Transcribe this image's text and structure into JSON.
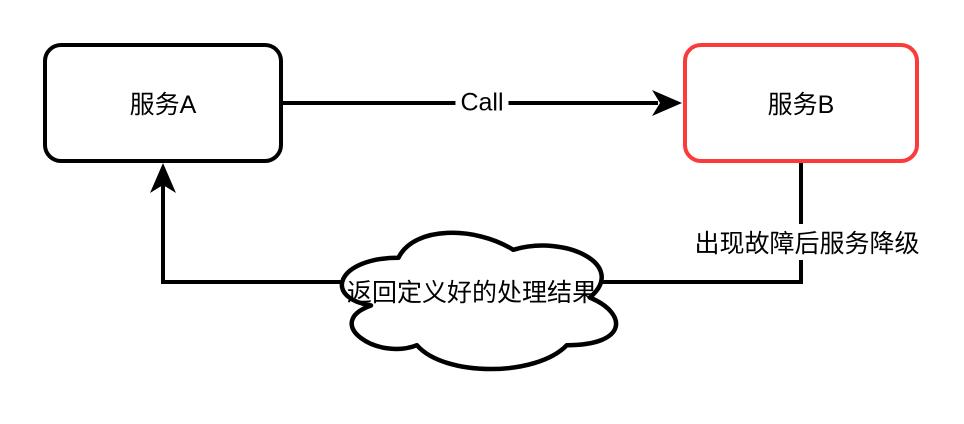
{
  "diagram": {
    "nodes": {
      "service_a": {
        "label": "服务A"
      },
      "service_b": {
        "label": "服务B"
      },
      "cloud": {
        "label": "返回定义好的处理结果"
      }
    },
    "edges": {
      "call": {
        "label": "Call"
      },
      "fallback": {
        "label": "出现故障后服务降级"
      }
    },
    "colors": {
      "service_a_border": "#000000",
      "service_b_border": "#FB3A3A",
      "line": "#000000",
      "background": "#FFFFFF"
    }
  }
}
